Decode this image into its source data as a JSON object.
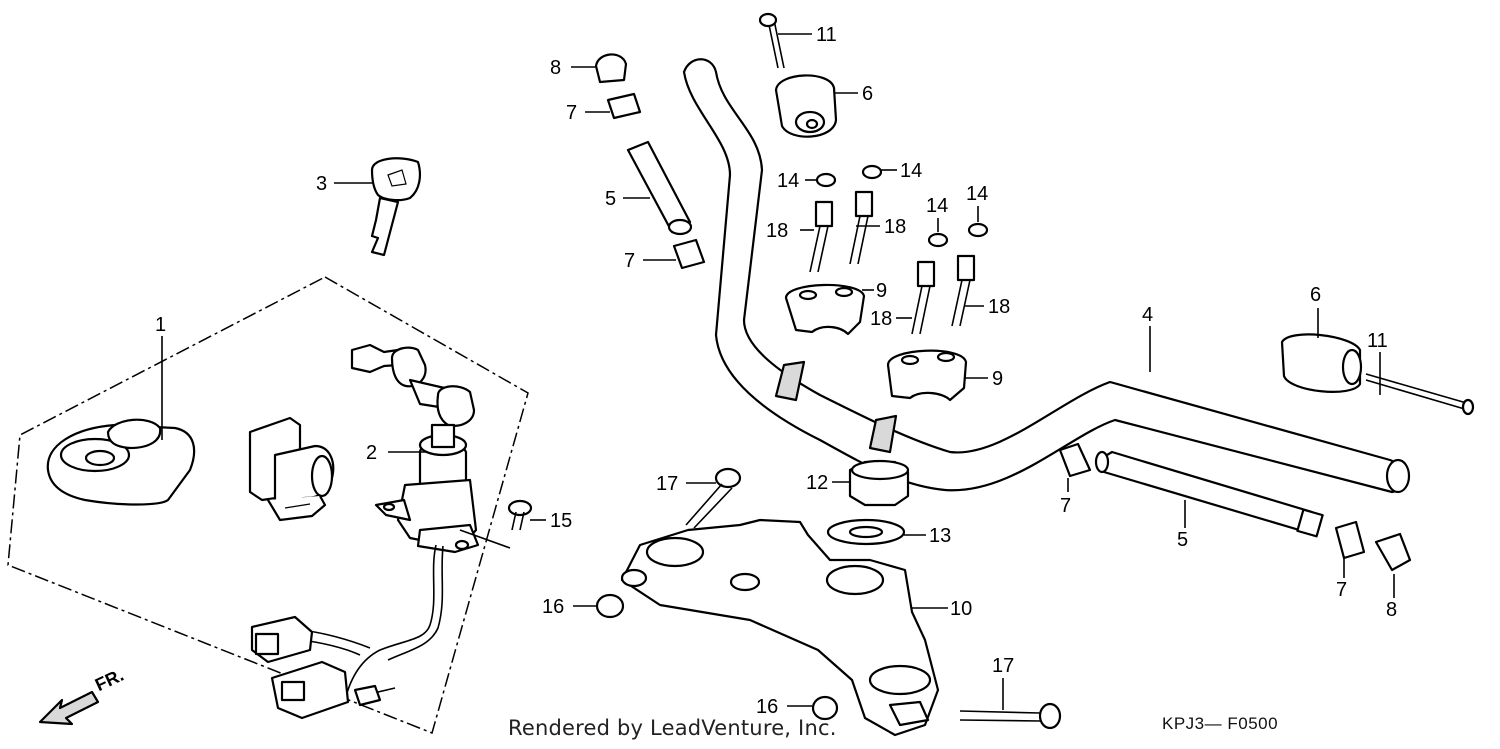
{
  "diagram": {
    "callouts": [
      {
        "id": "c1",
        "text": "1"
      },
      {
        "id": "c2",
        "text": "2"
      },
      {
        "id": "c3",
        "text": "3"
      },
      {
        "id": "c4",
        "text": "4"
      },
      {
        "id": "c5a",
        "text": "5"
      },
      {
        "id": "c5b",
        "text": "5"
      },
      {
        "id": "c6a",
        "text": "6"
      },
      {
        "id": "c6b",
        "text": "6"
      },
      {
        "id": "c7a",
        "text": "7"
      },
      {
        "id": "c7b",
        "text": "7"
      },
      {
        "id": "c7c",
        "text": "7"
      },
      {
        "id": "c7d",
        "text": "7"
      },
      {
        "id": "c8a",
        "text": "8"
      },
      {
        "id": "c8b",
        "text": "8"
      },
      {
        "id": "c9a",
        "text": "9"
      },
      {
        "id": "c9b",
        "text": "9"
      },
      {
        "id": "c10",
        "text": "10"
      },
      {
        "id": "c11a",
        "text": "11"
      },
      {
        "id": "c11b",
        "text": "11"
      },
      {
        "id": "c12",
        "text": "12"
      },
      {
        "id": "c13",
        "text": "13"
      },
      {
        "id": "c14a",
        "text": "14"
      },
      {
        "id": "c14b",
        "text": "14"
      },
      {
        "id": "c14c",
        "text": "14"
      },
      {
        "id": "c14d",
        "text": "14"
      },
      {
        "id": "c15",
        "text": "15"
      },
      {
        "id": "c16a",
        "text": "16"
      },
      {
        "id": "c16b",
        "text": "16"
      },
      {
        "id": "c17a",
        "text": "17"
      },
      {
        "id": "c17b",
        "text": "17"
      },
      {
        "id": "c18a",
        "text": "18"
      },
      {
        "id": "c18b",
        "text": "18"
      },
      {
        "id": "c18c",
        "text": "18"
      },
      {
        "id": "c18d",
        "text": "18"
      }
    ],
    "direction_label": "FR.",
    "credit": "Rendered by LeadVenture, Inc.",
    "diagram_code": "KPJ3— F0500"
  }
}
